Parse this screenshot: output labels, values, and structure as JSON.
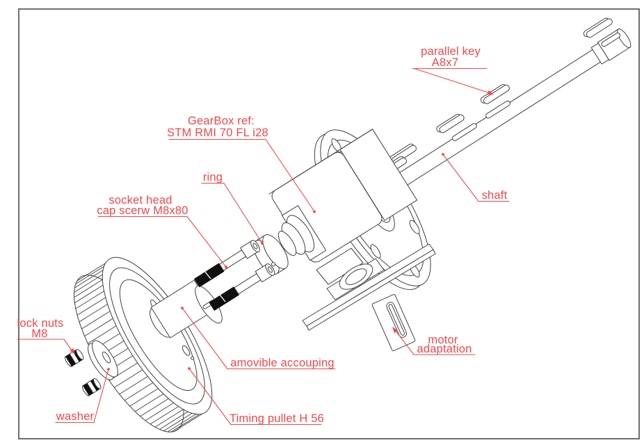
{
  "drawing": {
    "title": "Gearbox exploded assembly drawing",
    "colors": {
      "label_red": "#f4464a",
      "line_gray": "#3f3f3f",
      "border_gray": "#6e6e6e",
      "thread_black": "#101010",
      "background": "#ffffff"
    },
    "labels": {
      "parallel_key": {
        "line1": "parallel key",
        "line2": "A8x7"
      },
      "gearbox_ref": {
        "line1": "GearBox ref:",
        "line2": "STM  RMI 70 FL i28"
      },
      "ring": {
        "text": "ring"
      },
      "socket_screw": {
        "line1": "socket head",
        "line2": "cap scerw M8x80"
      },
      "shaft": {
        "text": "shaft"
      },
      "lock_nuts": {
        "line1": "lock nuts",
        "line2": "M8"
      },
      "washer": {
        "text": "washer"
      },
      "coupling": {
        "text": "amovible accouping"
      },
      "timing_pulley": {
        "text": "Timing pullet H 56"
      },
      "motor_adaptation": {
        "line1": "motor",
        "line2": "adaptation"
      }
    }
  }
}
